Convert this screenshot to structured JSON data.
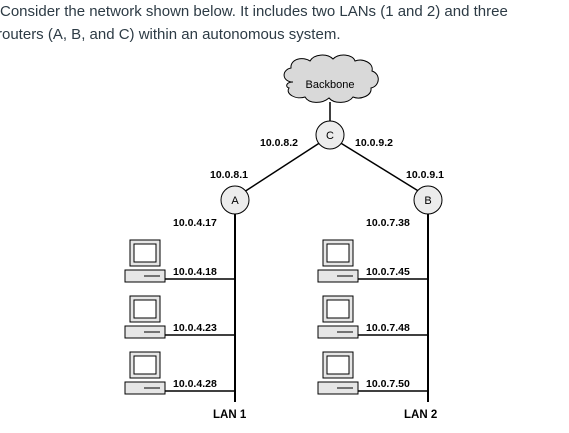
{
  "question": {
    "line1": "Consider the network shown below.  It includes two LANs (1 and 2) and three",
    "line2": "routers (A, B, and C) within an autonomous system."
  },
  "diagram": {
    "backbone": "Backbone",
    "routers": {
      "a": "A",
      "b": "B",
      "c": "C"
    },
    "ips": {
      "c_left": "10.0.8.2",
      "c_right": "10.0.9.2",
      "a_top": "10.0.8.1",
      "b_top": "10.0.9.1",
      "a_bottom": "10.0.4.17",
      "b_bottom": "10.0.7.38",
      "lan1_pc1": "10.0.4.18",
      "lan1_pc2": "10.0.4.23",
      "lan1_pc3": "10.0.4.28",
      "lan2_pc1": "10.0.7.45",
      "lan2_pc2": "10.0.7.48",
      "lan2_pc3": "10.0.7.50"
    },
    "lan1": "LAN 1",
    "lan2": "LAN 2"
  }
}
